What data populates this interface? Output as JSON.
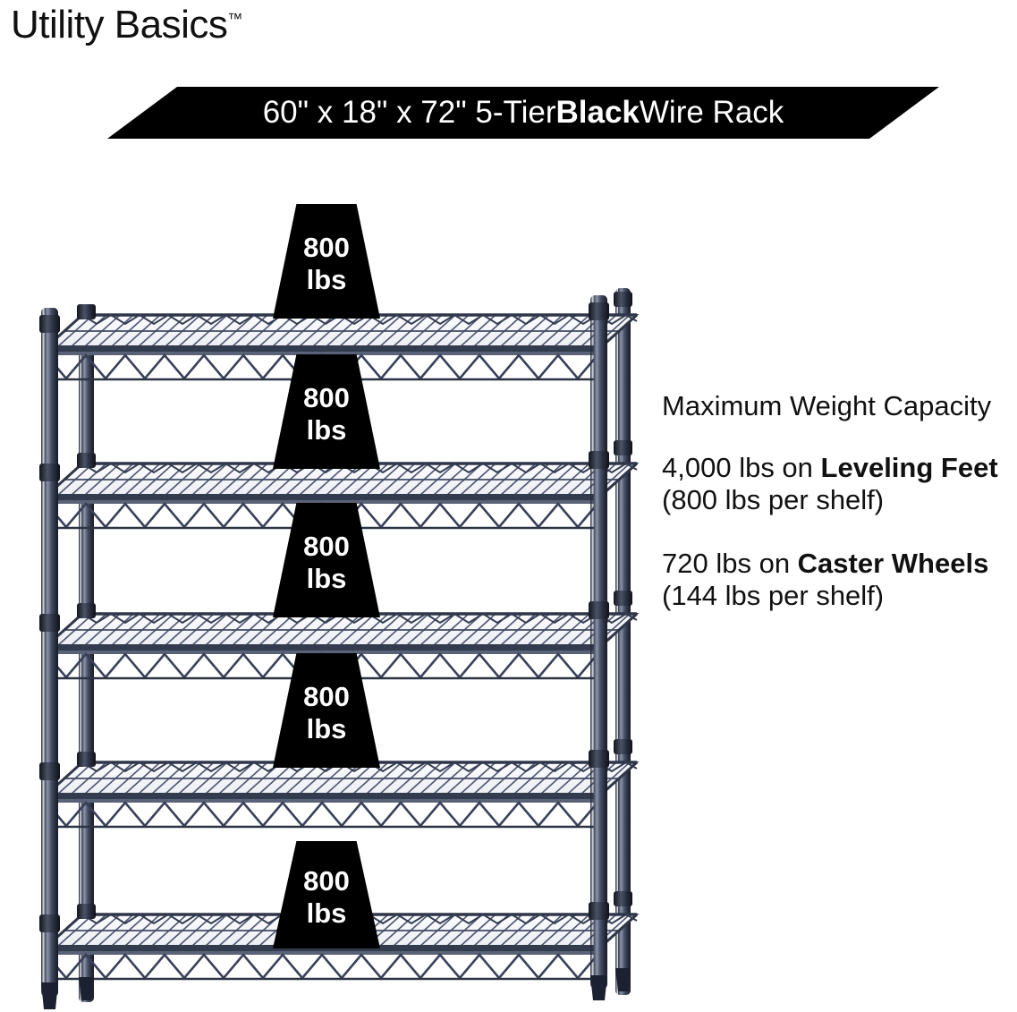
{
  "brand": {
    "name": "Utility Basics",
    "trademark": "™"
  },
  "banner": {
    "prefix": "60\" x 18\" x 72\" 5-Tier ",
    "emphasis": "Black",
    "suffix": " Wire Rack",
    "full_text": "60\" x 18\" x 72\" 5-Tier Black Wire Rack",
    "background_color": "#000000",
    "text_color": "#ffffff"
  },
  "capacity": {
    "heading": "Maximum Weight Capacity",
    "leveling": {
      "lead": "4,000 lbs on ",
      "emphasis": "Leveling Feet",
      "tail": " (800 lbs per shelf)",
      "full_text": "4,000 lbs on Leveling Feet (800 lbs per shelf)"
    },
    "caster": {
      "lead": "720 lbs on ",
      "emphasis": "Caster Wheels",
      "tail": " (144 lbs per shelf)",
      "full_text": "720 lbs on Caster Wheels (144 lbs per shelf)"
    }
  },
  "shelf_tags": [
    {
      "value": "800",
      "unit": "lbs",
      "tier": 1
    },
    {
      "value": "800",
      "unit": "lbs",
      "tier": 2
    },
    {
      "value": "800",
      "unit": "lbs",
      "tier": 3
    },
    {
      "value": "800",
      "unit": "lbs",
      "tier": 4
    },
    {
      "value": "800",
      "unit": "lbs",
      "tier": 5
    }
  ],
  "product": {
    "tier_count": "5",
    "width_in": "60",
    "depth_in": "18",
    "height_in": "72",
    "finish": "Black",
    "post_color": "#2b3243",
    "wire_color": "#3c4458",
    "background_color": "#ffffff"
  }
}
